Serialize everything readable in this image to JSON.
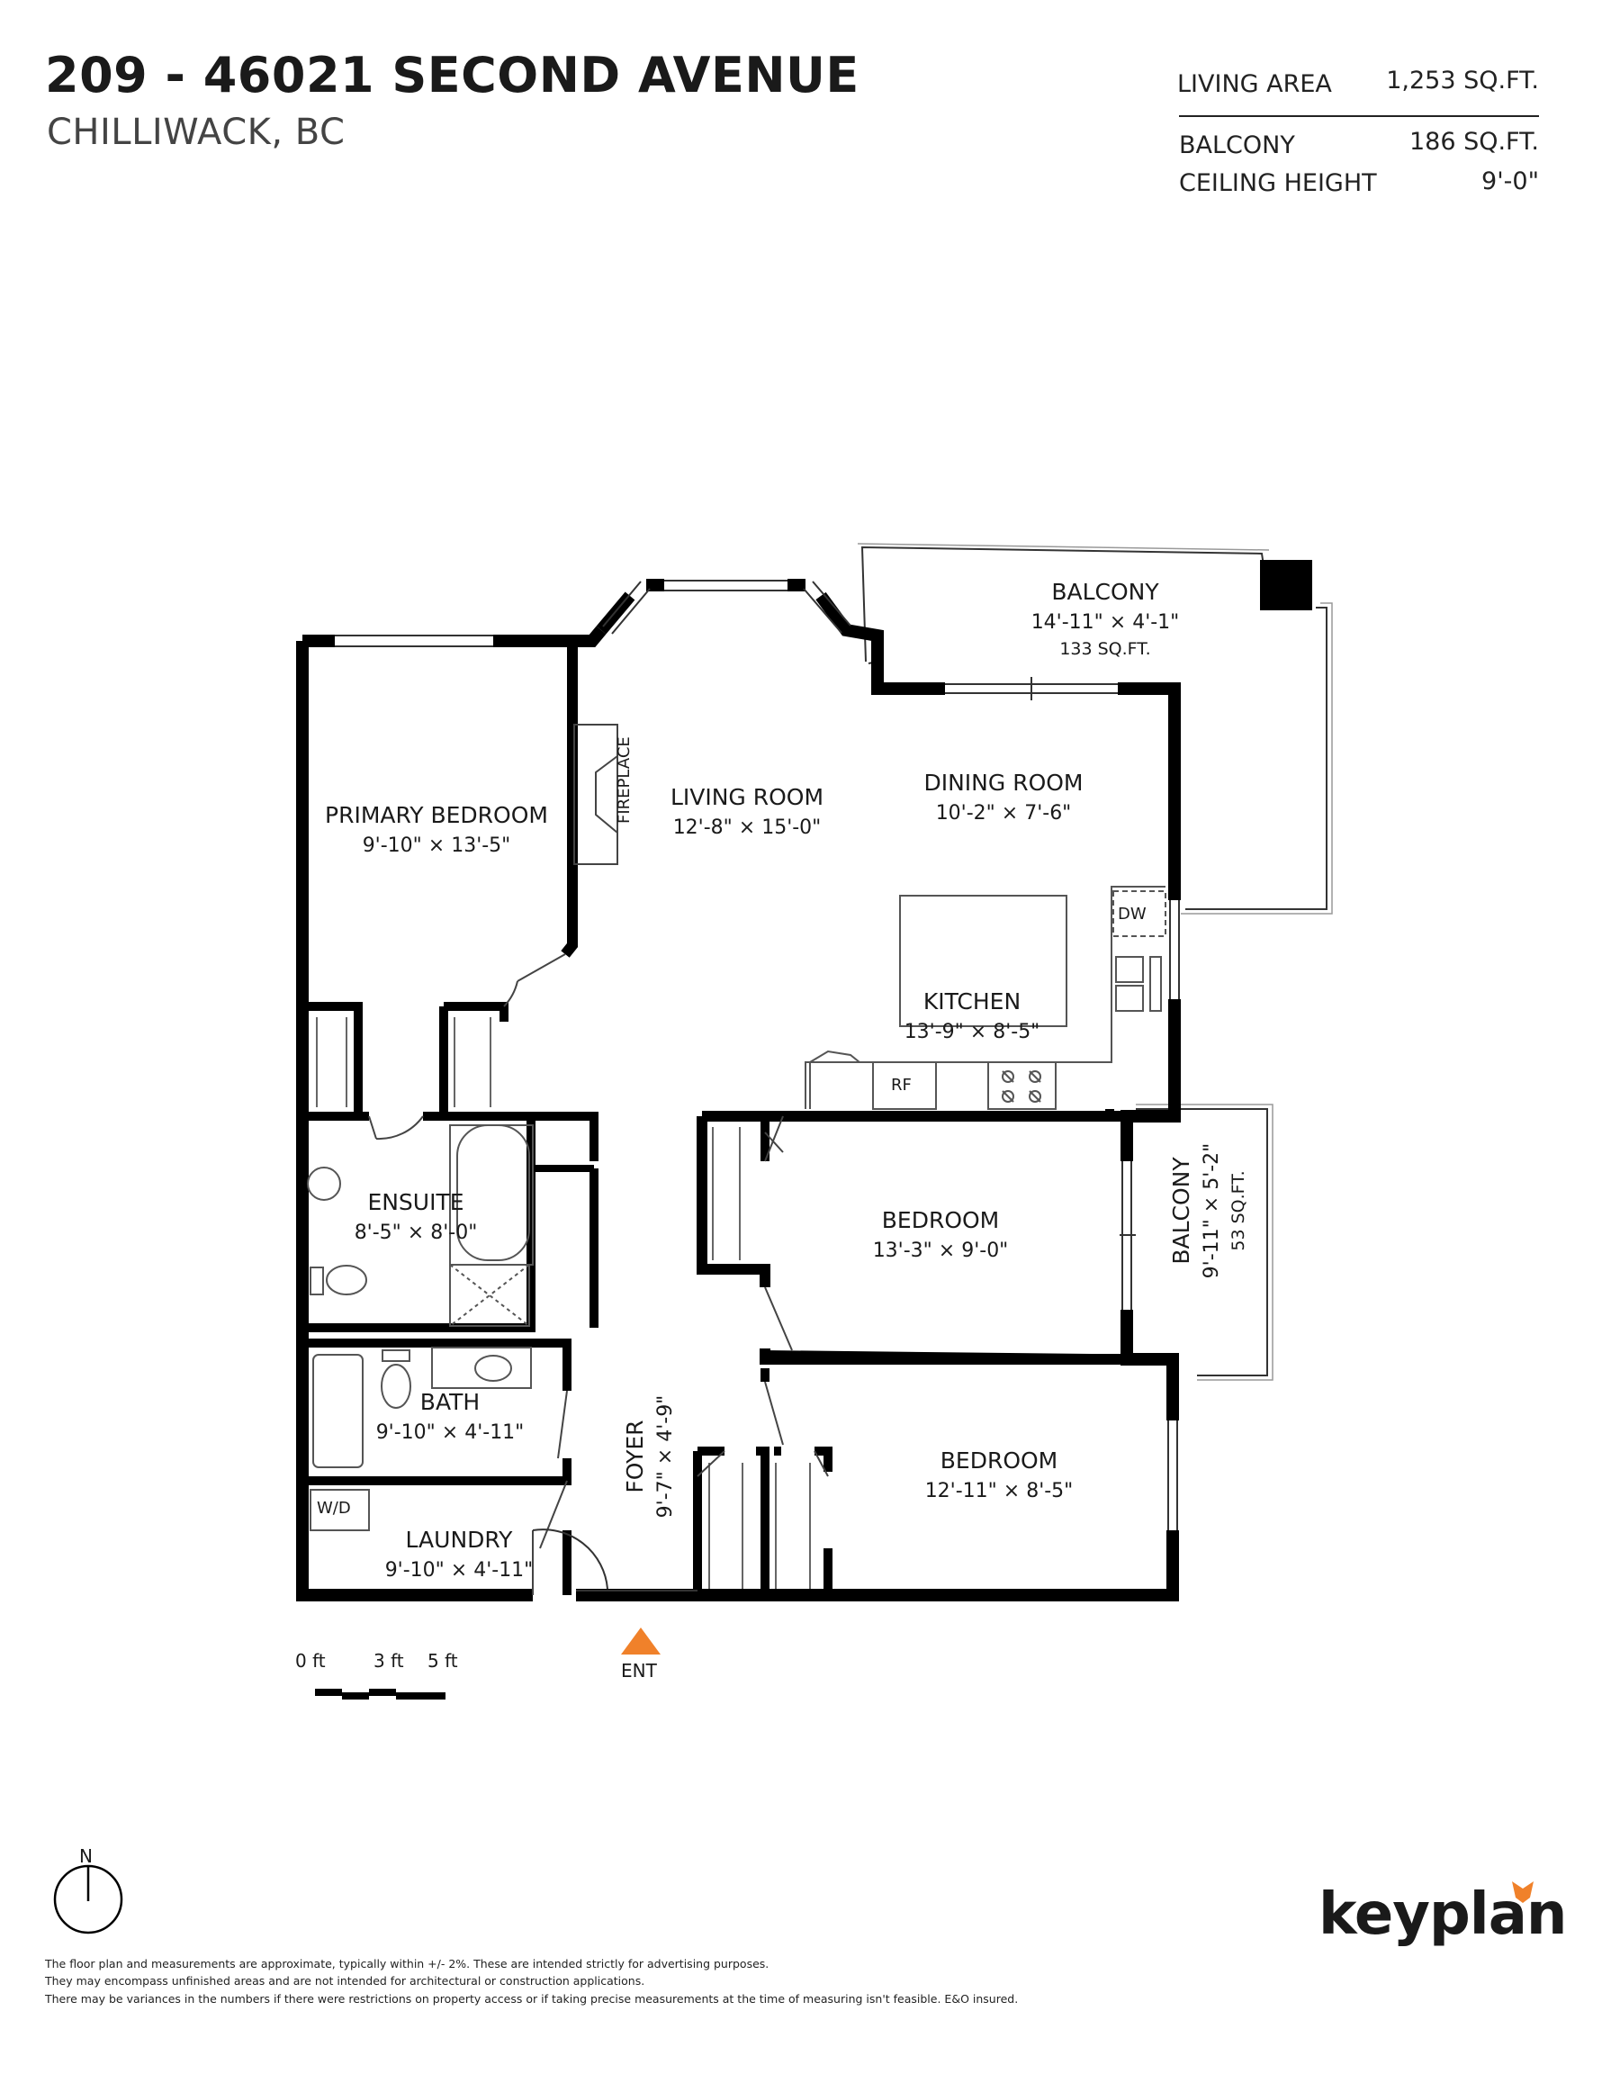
{
  "header": {
    "title": "209 - 46021 SECOND AVENUE",
    "subtitle": "CHILLIWACK, BC"
  },
  "stats": [
    {
      "label": "LIVING AREA",
      "value": "1,253 SQ.FT."
    },
    {
      "label": "BALCONY",
      "value": "186 SQ.FT."
    },
    {
      "label": "CEILING HEIGHT",
      "value": "9'-0\""
    }
  ],
  "rooms": {
    "balcony_north": {
      "name": "BALCONY",
      "dims": "14'-11\"  ×  4'-1\"",
      "area": "133 SQ.FT."
    },
    "primary_bedroom": {
      "name": "PRIMARY BEDROOM",
      "dims": "9'-10\"  ×  13'-5\""
    },
    "living_room": {
      "name": "LIVING ROOM",
      "dims": "12'-8\"  ×  15'-0\""
    },
    "dining_room": {
      "name": "DINING ROOM",
      "dims": "10'-2\"  ×  7'-6\""
    },
    "kitchen": {
      "name": "KITCHEN",
      "dims": "13'-9\"  ×  8'-5\""
    },
    "ensuite": {
      "name": "ENSUITE",
      "dims": "8'-5\"  ×  8'-0\""
    },
    "bedroom_1": {
      "name": "BEDROOM",
      "dims": "13'-3\"  ×  9'-0\""
    },
    "balcony_east": {
      "name": "BALCONY",
      "dims": "9'-11\"  ×  5'-2\"",
      "area": "53 SQ.FT."
    },
    "bath": {
      "name": "BATH",
      "dims": "9'-10\"  ×  4'-11\""
    },
    "foyer": {
      "name": "FOYER",
      "dims": "9'-7\"  ×  4'-9\""
    },
    "bedroom_2": {
      "name": "BEDROOM",
      "dims": "12'-11\"  ×  8'-5\""
    },
    "laundry": {
      "name": "LAUNDRY",
      "dims": "9'-10\"  ×  4'-11\""
    }
  },
  "fixtures": {
    "fireplace": "FIREPLACE",
    "dishwasher": "DW",
    "fridge": "RF",
    "washer_dryer": "W/D",
    "entrance": "ENT"
  },
  "scale": {
    "labels": [
      "0 ft",
      "3 ft",
      "5 ft"
    ]
  },
  "compass": {
    "label": "N"
  },
  "disclaimer": [
    "The floor plan and measurements are approximate, typically within +/- 2%. These are intended strictly for advertising purposes.",
    "They may encompass unfinished areas and are not intended for architectural or construction applications.",
    "There may be variances in the numbers if there were restrictions on property access or if taking precise measurements at the time of measuring isn't feasible. E&O insured."
  ],
  "brand": {
    "name": "keyplan",
    "accent_color": "#f0812a"
  },
  "colors": {
    "wall": "#000000",
    "entrance_marker": "#f0812a",
    "fixture_line": "#666666"
  }
}
